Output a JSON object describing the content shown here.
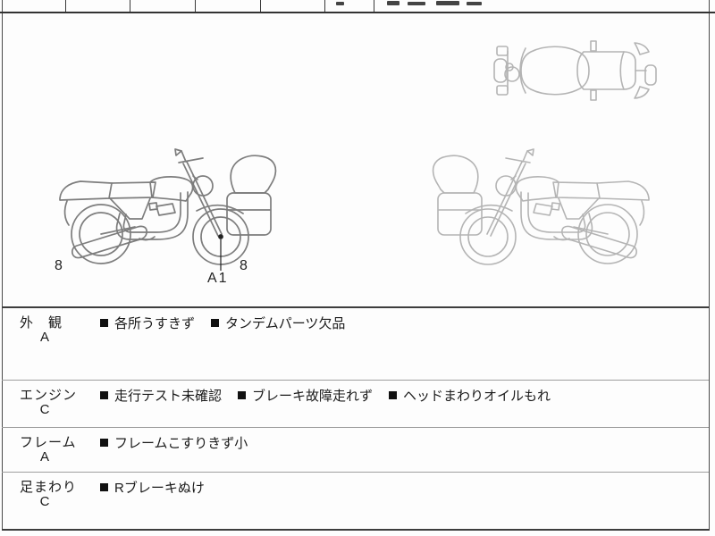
{
  "sheet": {
    "diagram": {
      "wheel_mark_left": "8",
      "wheel_mark_right": "8",
      "point_label": "A1"
    },
    "inspection_sections": [
      {
        "name": "外　観",
        "grade": "A",
        "notes": [
          "各所うすきず",
          "タンデムパーツ欠品"
        ]
      },
      {
        "name": "エンジン",
        "grade": "C",
        "notes": [
          "走行テスト未確認",
          "ブレーキ故障走れず",
          "ヘッドまわりオイルもれ"
        ]
      },
      {
        "name": "フレーム",
        "grade": "A",
        "notes": [
          "フレームこすりきず小"
        ]
      },
      {
        "name": "足まわり",
        "grade": "C",
        "notes": [
          "Rブレーキぬけ"
        ]
      }
    ],
    "colors": {
      "border_dark": "#3d3d3d",
      "divider_gray": "#9e9e9e",
      "bike_dark_outline": "#7d7d7d",
      "bike_light_outline": "#b4b4b4",
      "text": "#1a1a1a"
    }
  }
}
